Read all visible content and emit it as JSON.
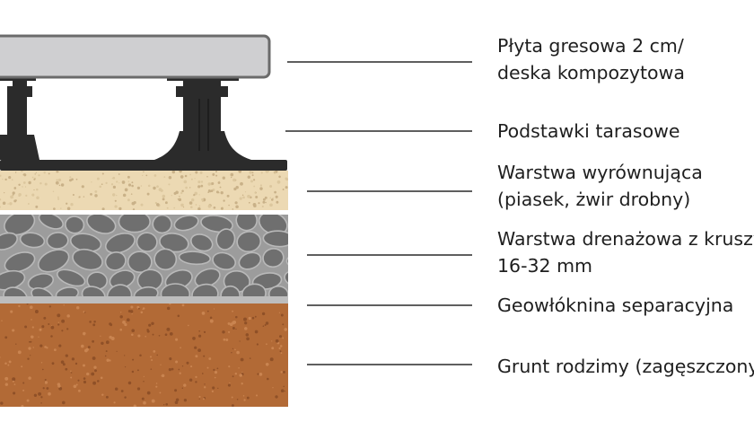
{
  "layers": [
    {
      "id": "tile",
      "lines": [
        "Płyta gresowa 2 cm/",
        "deska kompozytowa"
      ]
    },
    {
      "id": "pedestals",
      "lines": [
        "Podstawki tarasowe"
      ]
    },
    {
      "id": "leveling",
      "lines": [
        "Warstwa wyrównująca",
        "(piasek, żwir drobny)"
      ]
    },
    {
      "id": "drainage",
      "lines": [
        "Warstwa drenażowa z kruszywa",
        "16-32 mm"
      ]
    },
    {
      "id": "geotextile",
      "lines": [
        "Geowłóknina separacyjna"
      ]
    },
    {
      "id": "soil",
      "lines": [
        "Grunt rodzimy (zagęszczony)"
      ]
    }
  ],
  "colors": {
    "tile": "#cfcfd1",
    "tile_edge": "#6b6b6b",
    "pedestal": "#2b2b2b",
    "sand": "#ecd9b3",
    "gravel_bg": "#9c9c9c",
    "stone": "#6f6f6f",
    "geotextile": "#bdbdbd",
    "soil": "#b26a36",
    "leader": "#2a2a2a"
  }
}
